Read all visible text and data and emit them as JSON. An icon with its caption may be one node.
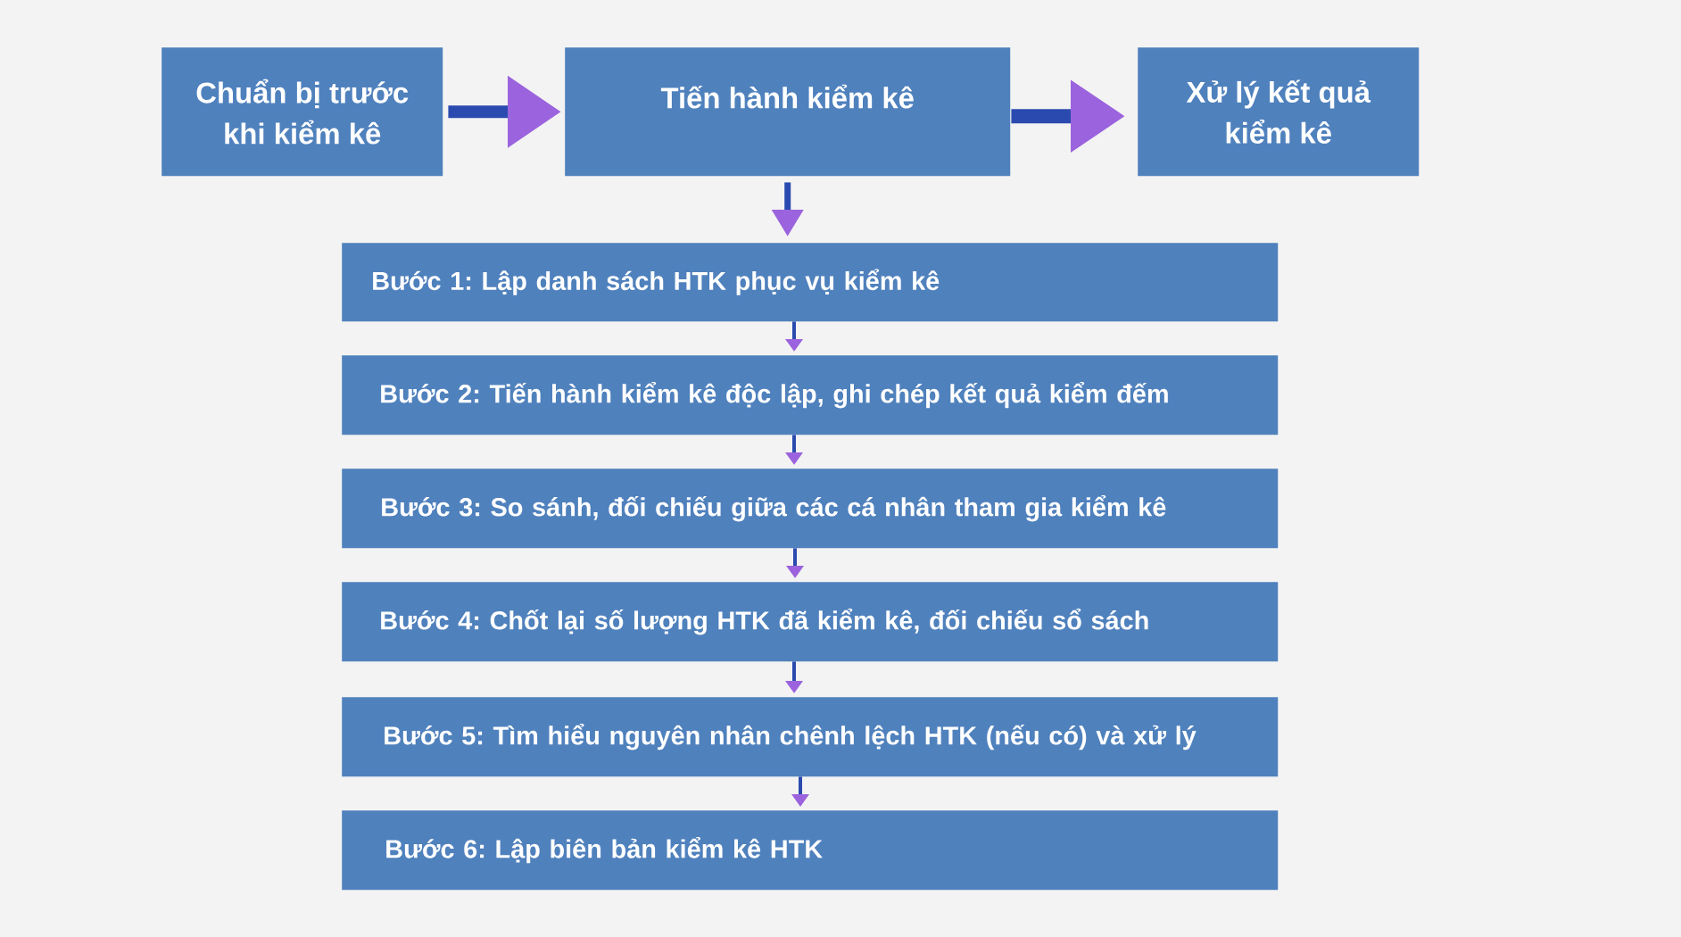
{
  "diagram": {
    "nodes": [
      {
        "text": [
          "Chuẩn bị trước khi kiểm kê"
        ]
      },
      {
        "text": [
          "Tiến hành kiểm kê"
        ]
      },
      {
        "text": [
          "Xử lý kết quả kiểm kê"
        ]
      },
      {
        "text": [
          "Bước 1: Lập danh sách HTK phục vụ kiểm kê"
        ]
      },
      {
        "text": [
          "Bước 2: Tiến hành kiểm kê độc lập, ghi chép kết quả kiểm đếm"
        ]
      },
      {
        "text": [
          "Bước 3: So sánh, đối chiếu giữa các cá nhân tham gia kiểm kê"
        ]
      },
      {
        "text": [
          "Bước 4: Chốt lại số lượng HTK đã kiểm kê, đối chiếu sổ sách"
        ]
      },
      {
        "text": [
          "Bước 5: Tìm hiểu nguyên nhân chênh lệch HTK (nếu có) và xử lý"
        ]
      },
      {
        "text": [
          "Bước 6: Lập biên bản kiểm kê HTK"
        ]
      }
    ],
    "edges": [
      {
        "from": 0,
        "to": 1,
        "arrow": "to",
        "style": "thick"
      },
      {
        "from": 1,
        "to": 2,
        "arrow": "to",
        "style": "thick"
      },
      {
        "from": 1,
        "to": 3,
        "arrow": "to"
      },
      {
        "from": 3,
        "to": 4,
        "arrow": "to"
      },
      {
        "from": 4,
        "to": 5,
        "arrow": "to"
      },
      {
        "from": 5,
        "to": 6,
        "arrow": "to"
      },
      {
        "from": 6,
        "to": 7,
        "arrow": "to"
      },
      {
        "from": 7,
        "to": 8,
        "arrow": "to"
      }
    ]
  }
}
